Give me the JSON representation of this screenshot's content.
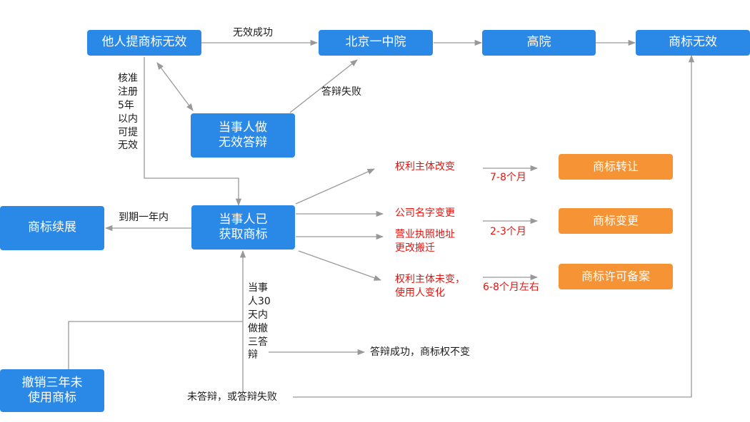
{
  "nodes": {
    "invalid_request": "他人提商标无效",
    "beijing_court": "北京一中院",
    "high_court": "高院",
    "trademark_invalid": "商标无效",
    "party_defense": "当事人做\n无效答辩",
    "party_acquired": "当事人已\n获取商标",
    "renewal": "商标续展",
    "cancel_unused": "撤销三年未\n使用商标",
    "transfer": "商标转让",
    "change": "商标变更",
    "license_record": "商标许可备案"
  },
  "edge_labels": {
    "invalid_success": "无效成功",
    "defense_fail": "答辩失败",
    "registered_5y": "核准\n注册\n5年\n以内\n可提\n无效",
    "expire_one_year": "到期一年内",
    "reply_30days": "当事\n人30\n天内\n做撤\n三答\n辩",
    "defense_success": "答辩成功，商标权不变",
    "no_reply": "未答辩，或答辩失败"
  },
  "red_labels": {
    "owner_change": "权利主体改变",
    "company_rename": "公司名字变更",
    "address_change": "营业执照地址\n更改搬迁",
    "owner_same_user_change": "权利主体未变，\n使用人变化"
  },
  "durations": {
    "transfer_time": "7-8个月",
    "change_time": "2-3个月",
    "license_time": "6-8个月左右"
  },
  "colors": {
    "blue": "#2a88e6",
    "orange": "#f69435",
    "red": "#e5140f",
    "line": "#999999"
  }
}
